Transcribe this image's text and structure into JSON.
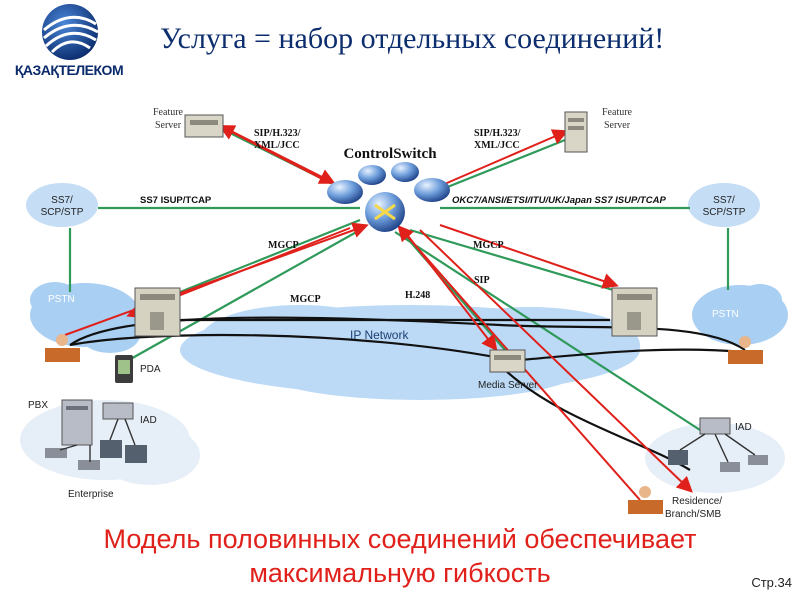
{
  "header": {
    "title": "Услуга = набор отдельных соединений!",
    "logo_text": "ҚАЗАҚТЕЛЕКОМ"
  },
  "diagram": {
    "control_switch": "ControlSwitch",
    "feature_server_left": [
      "Feature",
      "Server"
    ],
    "feature_server_right": [
      "Feature",
      "Server"
    ],
    "ss7_left": [
      "SS7/",
      "SCP/STP"
    ],
    "ss7_right": [
      "SS7/",
      "SCP/STP"
    ],
    "proto_left_top": [
      "SIP/H.323/",
      "XML/JCC"
    ],
    "proto_right_top": [
      "SIP/H.323/",
      "XML/JCC"
    ],
    "ss7_link_left": "SS7 ISUP/TCAP",
    "ss7_link_right": "OKC7/ANSI/ETSI/ITU/UK/Japan SS7 ISUP/TCAP",
    "mgcp_upper_left": "MGCP",
    "mgcp_lower_left": "MGCP",
    "mgcp_right": "MGCP",
    "h248": "H.248",
    "sip": "SIP",
    "pstn_left": "PSTN",
    "pstn_right": "PSTN",
    "ip_network": "IP Network",
    "media_server": "Media Server",
    "pda": "PDA",
    "pbx": "PBX",
    "iad_left": "IAD",
    "iad_right": "IAD",
    "enterprise": "Enterprise",
    "residence": [
      "Residence/",
      "Branch/SMB"
    ]
  },
  "footer": {
    "subtitle_line1": "Модель половинных соединений обеспечивает",
    "subtitle_line2": "максимальную гибкость",
    "page_number": "Стр.34"
  },
  "colors": {
    "brand_blue": "#0c2d6e",
    "signal_red": "#e0201a",
    "link_green": "#2f9a5a",
    "cloud_blue": "#a9cff3"
  }
}
